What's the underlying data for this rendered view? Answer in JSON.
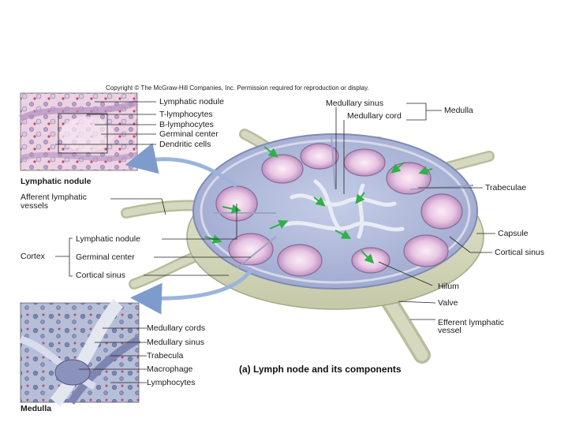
{
  "copyright": "Copyright © The McGraw-Hill Companies, Inc. Permission required for reproduction or display.",
  "caption": "(a) Lymph node and its components",
  "inset_top": {
    "title": "Lymphatic nodule",
    "labels": [
      "Lymphatic nodule",
      "T-lymphocytes",
      "B-lymphocytes",
      "Germinal center",
      "Dendritic cells"
    ]
  },
  "inset_bottom": {
    "title": "Medulla",
    "labels": [
      "Medullary cords",
      "Medullary sinus",
      "Trabecula",
      "Macrophage",
      "Lymphocytes"
    ]
  },
  "top_labels": {
    "medullary_sinus": "Medullary sinus",
    "medullary_cord": "Medullary cord",
    "medulla": "Medulla"
  },
  "left_labels": {
    "afferent": [
      "Afferent lymphatic",
      "vessels"
    ],
    "cortex": "Cortex",
    "cortex_items": [
      "Lymphatic nodule",
      "Germinal center",
      "Cortical sinus"
    ]
  },
  "right_labels": {
    "trabeculae": "Trabeculae",
    "capsule": "Capsule",
    "cortical_sinus": "Cortical sinus",
    "hilum": "Hilum",
    "valve": "Valve",
    "efferent": [
      "Efferent lymphatic",
      "vessel"
    ]
  },
  "colors": {
    "nodule": "#c89bc7",
    "germinal": "#f3dff0",
    "medulla_bg": "#b8c4de",
    "capsule": "#d9ddc2",
    "vessel": "#cfd3b6",
    "arrow": "#2fb04a",
    "inset_pink": "#e7c6dc",
    "inset_blue": "#9aa6c8"
  }
}
